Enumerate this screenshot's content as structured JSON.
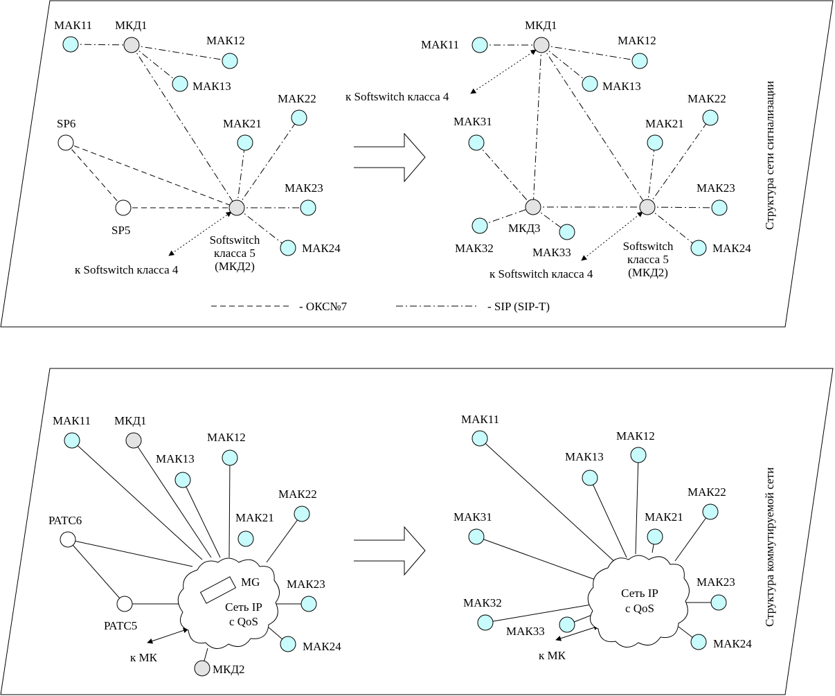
{
  "colors": {
    "mak": "#c8fbfb",
    "hub": "#e3e3e3",
    "sp": "#ffffff",
    "line": "#000000"
  },
  "top_panel": {
    "side_title": "Структура сети сигнализации",
    "legend": {
      "dashed_label": "- ОКС№7",
      "dashdot_label": "- SIP (SIP-T)"
    },
    "left": {
      "mak11": "МАК11",
      "mkd1": "МКД1",
      "mak12": "МАК12",
      "mak13": "МАК13",
      "mak22": "МАК22",
      "mak21": "МАК21",
      "sp6": "SP6",
      "mak23": "МАК23",
      "sp5": "SP5",
      "mak24": "МАК24",
      "softswitch_line1": "Softswitch",
      "softswitch_line2": "класса 5",
      "softswitch_line3": "(МКД2)",
      "to_softswitch4": "к Softswitch класса 4"
    },
    "right": {
      "mkd1": "МКД1",
      "mak11": "МАК11",
      "mak12": "МАК12",
      "to_softswitch4_top": "к Softswitch класса 4",
      "mak13": "МАК13",
      "mak22": "МАК22",
      "mak31": "МАК31",
      "mak21": "МАК21",
      "mak23": "МАК23",
      "mak32": "МАК32",
      "mkd3": "МКД3",
      "mak33": "МАК33",
      "mak24": "МАК24",
      "softswitch_line1": "Softswitch",
      "softswitch_line2": "класса 5",
      "softswitch_line3": "(МКД2)",
      "to_softswitch4_bottom": "к Softswitch класса 4"
    }
  },
  "bottom_panel": {
    "side_title": "Структура коммутируемой сети",
    "left": {
      "mak11": "МАК11",
      "mkd1": "МКД1",
      "mak12": "МАК12",
      "mak13": "МАК13",
      "mak22": "МАК22",
      "patc6": "РАТС6",
      "mak21": "МАК21",
      "mg": "MG",
      "mak23": "МАК23",
      "cloud_line1": "Сеть IP",
      "cloud_line2": "с QoS",
      "patc5": "РАТС5",
      "mak24": "МАК24",
      "to_mk": "к МК",
      "mkd2": "МКД2"
    },
    "right": {
      "mak11": "МАК11",
      "mak12": "МАК12",
      "mak13": "МАК13",
      "mak22": "МАК22",
      "mak31": "МАК31",
      "mak21": "МАК21",
      "mak23": "МАК23",
      "cloud_line1": "Сеть IP",
      "cloud_line2": "с QoS",
      "mak32": "МАК32",
      "mak33": "МАК33",
      "mak24": "МАК24",
      "to_mk": "к МК"
    }
  }
}
